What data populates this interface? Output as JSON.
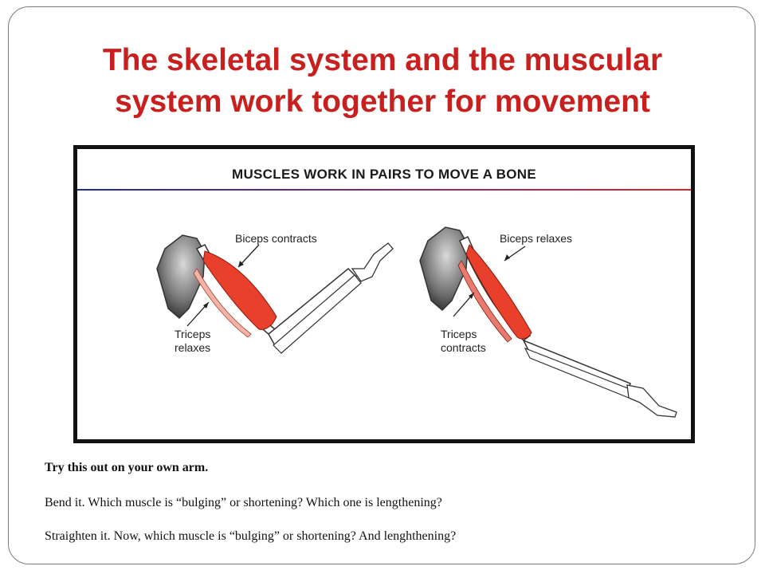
{
  "slide": {
    "title_line1": "The skeletal system and the muscular",
    "title_line2": "system work together for movement"
  },
  "figure": {
    "heading": "MUSCLES WORK IN PAIRS TO MOVE A BONE",
    "left_arm": {
      "biceps_label": "Biceps contracts",
      "triceps_label_line1": "Triceps",
      "triceps_label_line2": "relaxes"
    },
    "right_arm": {
      "biceps_label": "Biceps relaxes",
      "triceps_label_line1": "Triceps",
      "triceps_label_line2": "contracts"
    },
    "colors": {
      "muscle": "#e8402a",
      "bone_outline": "#333333",
      "scapula": "#6e6e6e"
    }
  },
  "text": {
    "prompt": "Try this out on your own arm.",
    "line1": "Bend it.  Which muscle is “bulging” or shortening?  Which one is lengthening?",
    "line2": "Straighten it.  Now, which muscle is “bulging” or shortening? And lenghthening?"
  }
}
